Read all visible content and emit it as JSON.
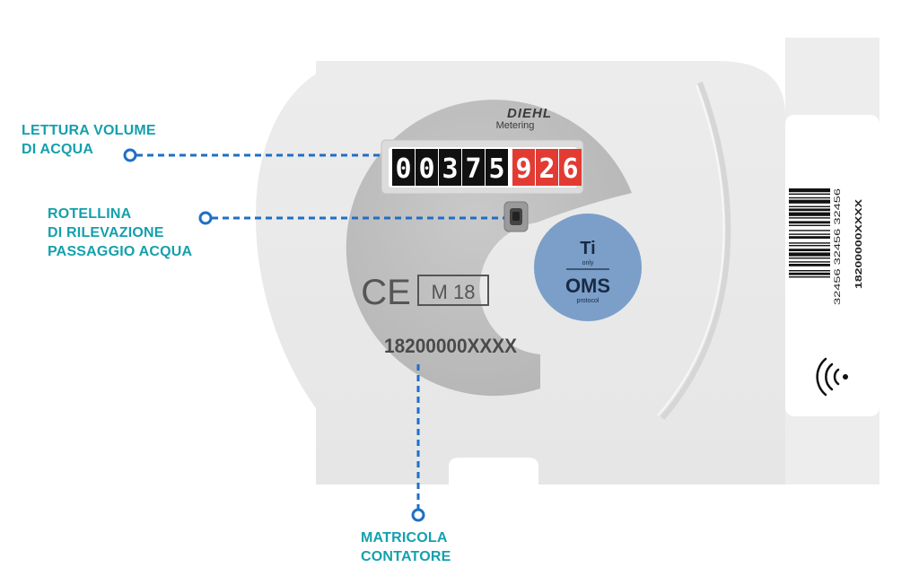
{
  "labels": {
    "volume_reading": [
      "LETTURA VOLUME",
      "DI ACQUA"
    ],
    "flow_wheel": [
      "ROTELLINA",
      "DI RILEVAZIONE",
      "PASSAGGIO ACQUA"
    ],
    "serial_label": [
      "MATRICOLA",
      "CONTATORE"
    ]
  },
  "meter": {
    "brand": "DIEHL",
    "brand_sub": "Metering",
    "digits_black": [
      "0",
      "0",
      "3",
      "7",
      "5"
    ],
    "digits_red": [
      "9",
      "2",
      "6"
    ],
    "ce_mark": "CE",
    "metrology_class": "M 18",
    "serial": "18200000XXXX",
    "badge_top": "Ti",
    "badge_top_sub": "only",
    "badge_bottom": "OMS",
    "badge_bottom_sub": "protocol",
    "barcode_numbers": "32456 32456 32456",
    "barcode_serial": "18200000XXXX"
  },
  "colors": {
    "callout": "#14a0ad",
    "leader_line": "#1f6fc5",
    "counter_red": "#e23b33",
    "badge_blue": "#7b9fc9"
  },
  "icons": [
    "nfc-wireless-icon"
  ]
}
